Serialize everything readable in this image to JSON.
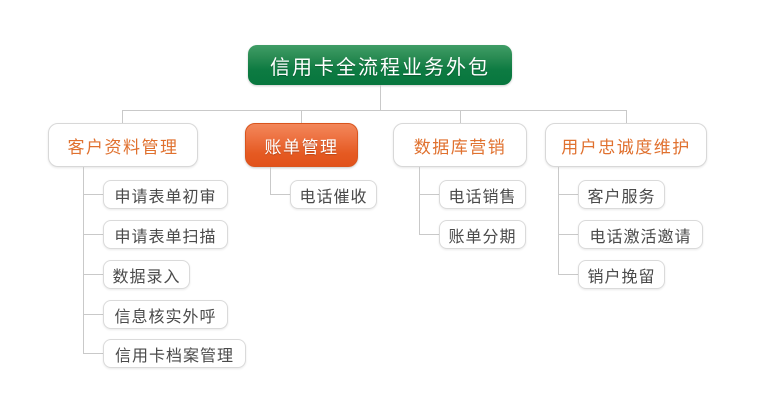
{
  "diagram": {
    "type": "org-chart",
    "background_color": "#ffffff",
    "root": {
      "label": "信用卡全流程业务外包",
      "fill_color": "#0d7b42",
      "text_color": "#ffffff"
    },
    "branches": [
      {
        "label": "客户资料管理",
        "highlighted": false,
        "text_color": "#e0712f",
        "children": [
          {
            "label": "申请表单初审"
          },
          {
            "label": "申请表单扫描"
          },
          {
            "label": "数据录入"
          },
          {
            "label": "信息核实外呼"
          },
          {
            "label": "信用卡档案管理"
          }
        ]
      },
      {
        "label": "账单管理",
        "highlighted": true,
        "fill_color": "#e55a22",
        "text_color": "#ffffff",
        "children": [
          {
            "label": "电话催收"
          }
        ]
      },
      {
        "label": "数据库营销",
        "highlighted": false,
        "text_color": "#e0712f",
        "children": [
          {
            "label": "电话销售"
          },
          {
            "label": "账单分期"
          }
        ]
      },
      {
        "label": "用户忠诚度维护",
        "highlighted": false,
        "text_color": "#e0712f",
        "children": [
          {
            "label": "客户服务"
          },
          {
            "label": "电话激活邀请"
          },
          {
            "label": "销户挽留"
          }
        ]
      }
    ],
    "connector_color": "#c9c9c9"
  }
}
